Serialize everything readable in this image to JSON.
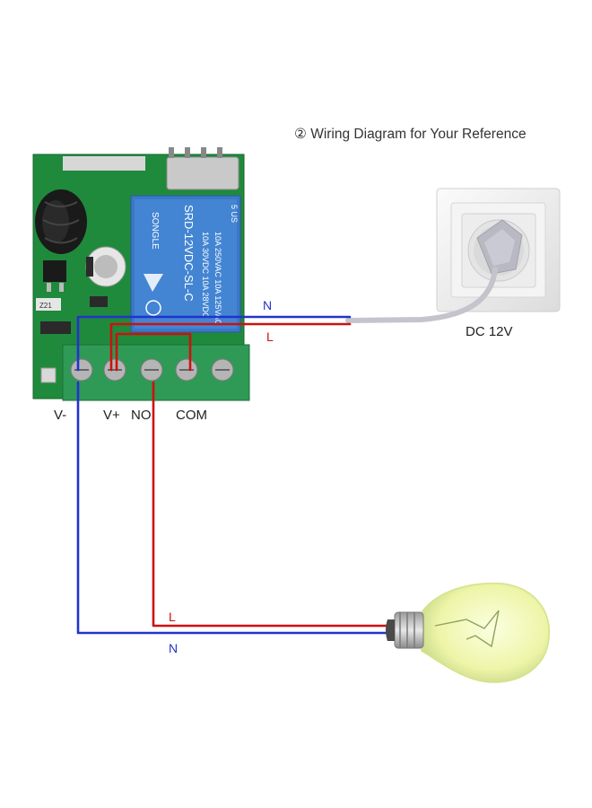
{
  "title": "② Wiring Diagram for Your Reference",
  "power_label": "DC 12V",
  "terminals": {
    "v_minus": "V-",
    "v_plus": "V+",
    "no": "NO",
    "com": "COM"
  },
  "wires": {
    "n_top": "N",
    "l_top": "L",
    "l_bottom": "L",
    "n_bottom": "N"
  },
  "relay": {
    "brand": "SONGLE",
    "model": "SRD-12VDC-SL-C",
    "rating_1": "10A 250VAC  10A 125VAC",
    "rating_2": "10A 30VDC  10A 28VDC",
    "marks": "5 US"
  },
  "board": {
    "part_label": "Z21"
  },
  "colors": {
    "live": "#cc1111",
    "neutral": "#2233cc",
    "pcb": "#1f8a3c",
    "terminal_block": "#2e9a55",
    "relay": "#3a78c8",
    "cable": "#c8c8d0",
    "bulb": "#eef5a8"
  }
}
